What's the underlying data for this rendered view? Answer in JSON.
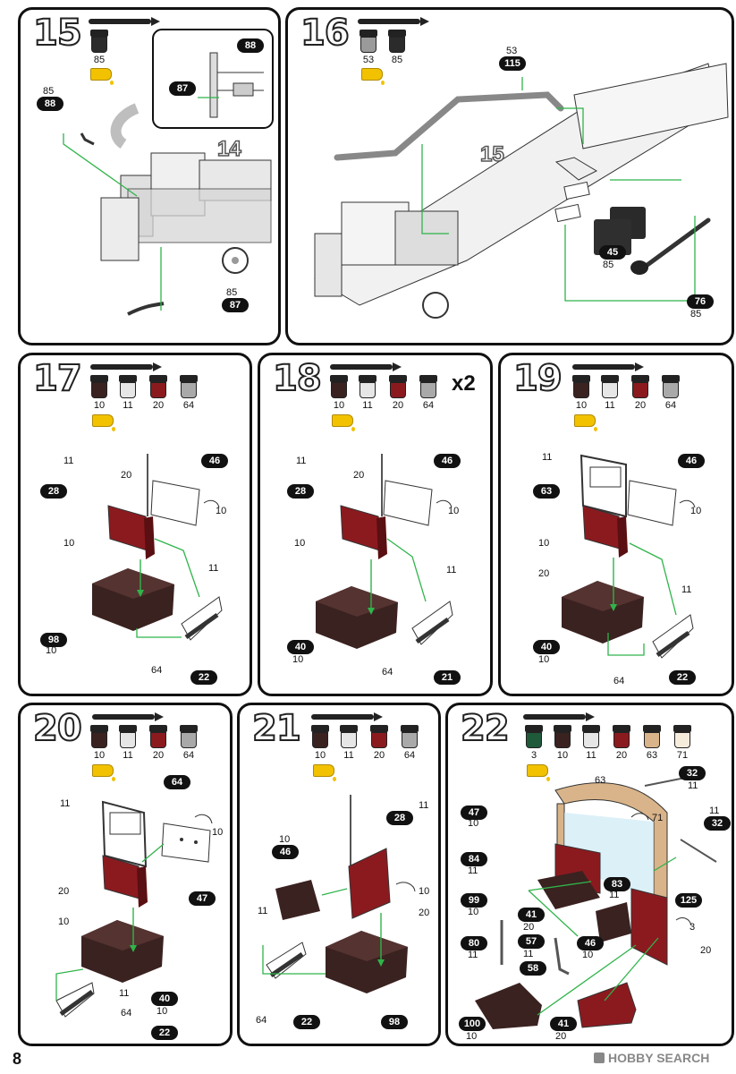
{
  "page_number": "8",
  "watermark": "HOBBY SEARCH",
  "colors": {
    "paint_10": "#3a2220",
    "paint_11": "#e6e6e6",
    "paint_20": "#8b1a1f",
    "paint_64": "#a9a9a9",
    "paint_85": "#2b2b2b",
    "paint_53": "#9a9a9a",
    "paint_3": "#1f5a3a",
    "paint_63": "#d9b48a",
    "paint_71": "#f6ecdc",
    "arrow_green": "#2fb44a"
  },
  "steps": {
    "s15": {
      "number": "15",
      "paints": [
        "85"
      ],
      "tags": [
        "88",
        "87",
        "88",
        "87"
      ],
      "labels": [
        "85",
        "85"
      ],
      "ref": "14"
    },
    "s16": {
      "number": "16",
      "paints": [
        "53",
        "85"
      ],
      "tags": [
        "115",
        "45",
        "76"
      ],
      "labels": [
        "53",
        "85",
        "85"
      ],
      "ref": "15"
    },
    "s17": {
      "number": "17",
      "paints": [
        "10",
        "11",
        "20",
        "64"
      ],
      "tags": [
        "28",
        "46",
        "98",
        "22"
      ],
      "labels": [
        "11",
        "20",
        "10",
        "10",
        "11",
        "10",
        "64"
      ]
    },
    "s18": {
      "number": "18",
      "paints": [
        "10",
        "11",
        "20",
        "64"
      ],
      "multiplier": "x2",
      "tags": [
        "28",
        "46",
        "40",
        "21"
      ],
      "labels": [
        "11",
        "20",
        "10",
        "10",
        "11",
        "10",
        "64"
      ]
    },
    "s19": {
      "number": "19",
      "paints": [
        "10",
        "11",
        "20",
        "64"
      ],
      "tags": [
        "63",
        "46",
        "40",
        "22"
      ],
      "labels": [
        "11",
        "10",
        "20",
        "10",
        "11",
        "10",
        "64"
      ]
    },
    "s20": {
      "number": "20",
      "paints": [
        "10",
        "11",
        "20",
        "64"
      ],
      "tags": [
        "64",
        "47",
        "40",
        "22"
      ],
      "labels": [
        "11",
        "10",
        "20",
        "10",
        "11",
        "64",
        "10"
      ]
    },
    "s21": {
      "number": "21",
      "paints": [
        "10",
        "11",
        "20",
        "64"
      ],
      "tags": [
        "46",
        "28",
        "22",
        "98"
      ],
      "labels": [
        "10",
        "11",
        "10",
        "20",
        "11",
        "64"
      ]
    },
    "s22": {
      "number": "22",
      "paints": [
        "3",
        "10",
        "11",
        "20",
        "63",
        "71"
      ],
      "tags": [
        "32",
        "47",
        "32",
        "84",
        "99",
        "41",
        "83",
        "125",
        "80",
        "57",
        "46",
        "58",
        "100",
        "41"
      ],
      "labels": [
        "63",
        "11",
        "10",
        "71",
        "11",
        "11",
        "10",
        "20",
        "11",
        "3",
        "11",
        "10",
        "11",
        "20",
        "10",
        "20"
      ]
    }
  }
}
